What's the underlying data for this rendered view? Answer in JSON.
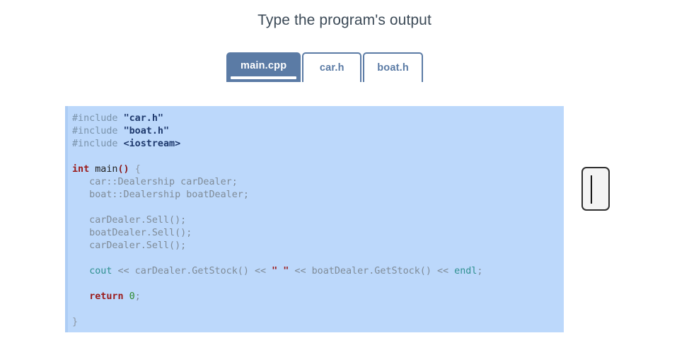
{
  "page": {
    "title": "Type the program's output"
  },
  "tabs": {
    "items": [
      {
        "label": "main.cpp",
        "active": true
      },
      {
        "label": "car.h",
        "active": false
      },
      {
        "label": "boat.h",
        "active": false
      }
    ]
  },
  "code": {
    "language": "cpp",
    "filename": "main.cpp",
    "lines": [
      "#include \"car.h\"",
      "#include \"boat.h\"",
      "#include <iostream>",
      "",
      "int main() {",
      "   car::Dealership carDealer;",
      "   boat::Dealership boatDealer;",
      "",
      "   carDealer.Sell();",
      "   boatDealer.Sell();",
      "   carDealer.Sell();",
      "",
      "   cout << carDealer.GetStock() << \" \" << boatDealer.GetStock() << endl;",
      "",
      "   return 0;",
      "",
      "}"
    ],
    "tokens": {
      "include_1_directive": "#include",
      "include_1_header": "\"car.h\"",
      "include_2_directive": "#include",
      "include_2_header": "\"boat.h\"",
      "include_3_directive": "#include",
      "include_3_header": "<iostream>",
      "keyword_int": "int",
      "fn_main": "main",
      "parens": "()",
      "brace_open": "{",
      "decl_car": "   car::Dealership carDealer;",
      "decl_boat": "   boat::Dealership boatDealer;",
      "call_1": "   carDealer.Sell();",
      "call_2": "   boatDealer.Sell();",
      "call_3": "   carDealer.Sell();",
      "cout": "cout",
      "out_part_1": " << carDealer.GetStock() << ",
      "string_space": "\" \"",
      "out_part_2": " << boatDealer.GetStock() << ",
      "endl": "endl",
      "semicolon": ";",
      "keyword_return": "return",
      "return_value": "0",
      "brace_close": "}"
    }
  },
  "answer": {
    "value": "",
    "placeholder": ""
  },
  "colors": {
    "tab_accent": "#5b7ba5",
    "code_background": "#bcd8fb",
    "title_text": "#3c4a57",
    "keyword": "#9b1b1b",
    "header_literal": "#1f3a6e",
    "std_stream": "#2f9090",
    "number": "#2e8b2e"
  }
}
